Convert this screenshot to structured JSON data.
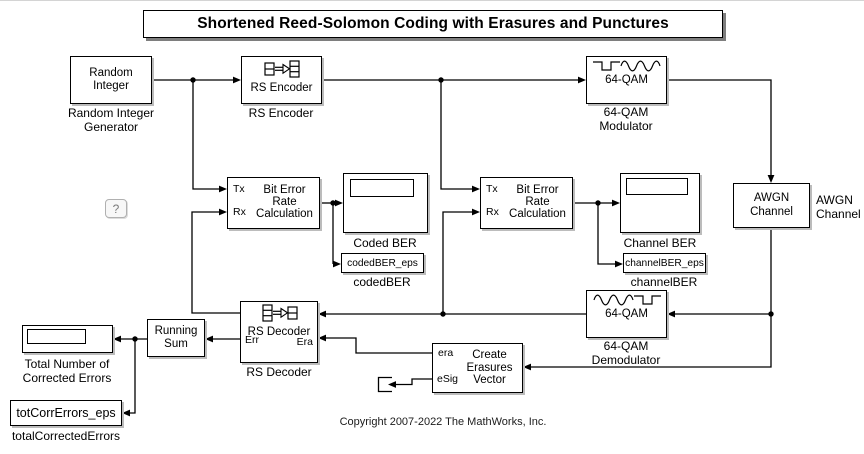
{
  "title": "Shortened Reed-Solomon Coding with Erasures and Punctures",
  "copyright": "Copyright 2007-2022 The MathWorks, Inc.",
  "help": {
    "label": "?"
  },
  "ber_calc": {
    "tx": "Tx",
    "rx": "Rx",
    "body": "Bit Error\nRate\nCalculation"
  },
  "blocks": {
    "random_integer": {
      "body": "Random\nInteger",
      "label": "Random Integer\nGenerator"
    },
    "rs_encoder": {
      "body": "RS Encoder",
      "label": "RS Encoder"
    },
    "qam_modulator": {
      "body": "64-QAM",
      "label": "64-QAM\nModulator"
    },
    "coded_ber_display": {
      "label": "Coded BER"
    },
    "coded_ber_workspace": {
      "body": "codedBER_eps",
      "label": "codedBER"
    },
    "channel_ber_display": {
      "label": "Channel BER"
    },
    "channel_ber_workspace": {
      "body": "channelBER_eps",
      "label": "channelBER"
    },
    "awgn": {
      "body": "AWGN\nChannel",
      "label": "AWGN\nChannel"
    },
    "qam_demodulator": {
      "body": "64-QAM",
      "label": "64-QAM\nDemodulator"
    },
    "rs_decoder": {
      "body": "RS Decoder",
      "err": "Err",
      "era": "Era",
      "label": "RS Decoder"
    },
    "running_sum": {
      "body": "Running\nSum"
    },
    "total_errors_display": {
      "label": "Total Number of\nCorrected Errors"
    },
    "tot_corr_errors_workspace": {
      "body": "totCorrErrors_eps",
      "label": "totalCorrectedErrors"
    },
    "create_erasures": {
      "era": "era",
      "esig": "eSig",
      "body": "Create\nErasures\nVector"
    }
  }
}
